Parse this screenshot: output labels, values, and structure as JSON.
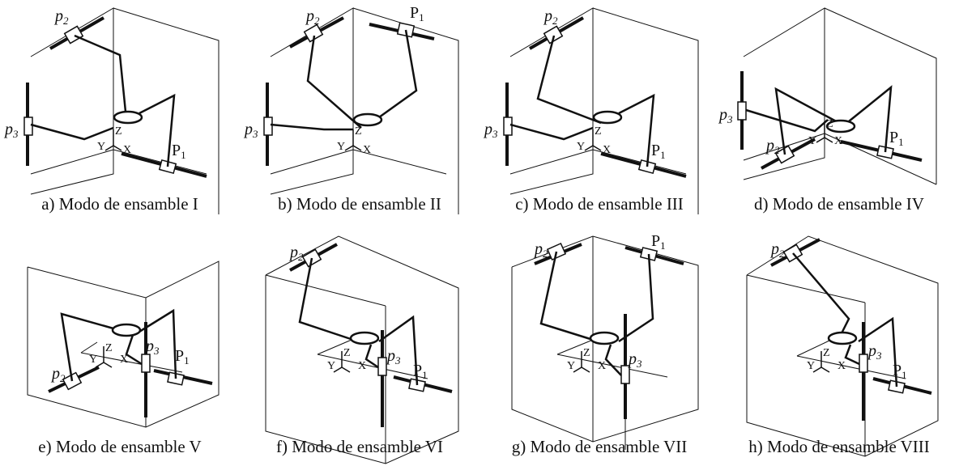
{
  "figure": {
    "panels": [
      {
        "caption": "a) Modo de ensamble I",
        "mode": "I"
      },
      {
        "caption": "b) Modo de ensamble II",
        "mode": "II"
      },
      {
        "caption": "c) Modo de ensamble III",
        "mode": "III"
      },
      {
        "caption": "d) Modo de ensamble IV",
        "mode": "IV"
      },
      {
        "caption": "e) Modo de ensamble V",
        "mode": "V"
      },
      {
        "caption": "f) Modo de ensamble VI",
        "mode": "VI"
      },
      {
        "caption": "g) Modo de ensamble VII",
        "mode": "VII"
      },
      {
        "caption": "h) Modo de ensamble VIII",
        "mode": "VIII"
      }
    ],
    "labels": {
      "p1_upper": "P",
      "p_lower": "p",
      "sub1": "1",
      "sub2": "2",
      "sub3": "3",
      "axis_x": "X",
      "axis_y": "Y",
      "axis_z": "Z"
    },
    "colors": {
      "ink": "#111111",
      "background": "#ffffff"
    }
  }
}
